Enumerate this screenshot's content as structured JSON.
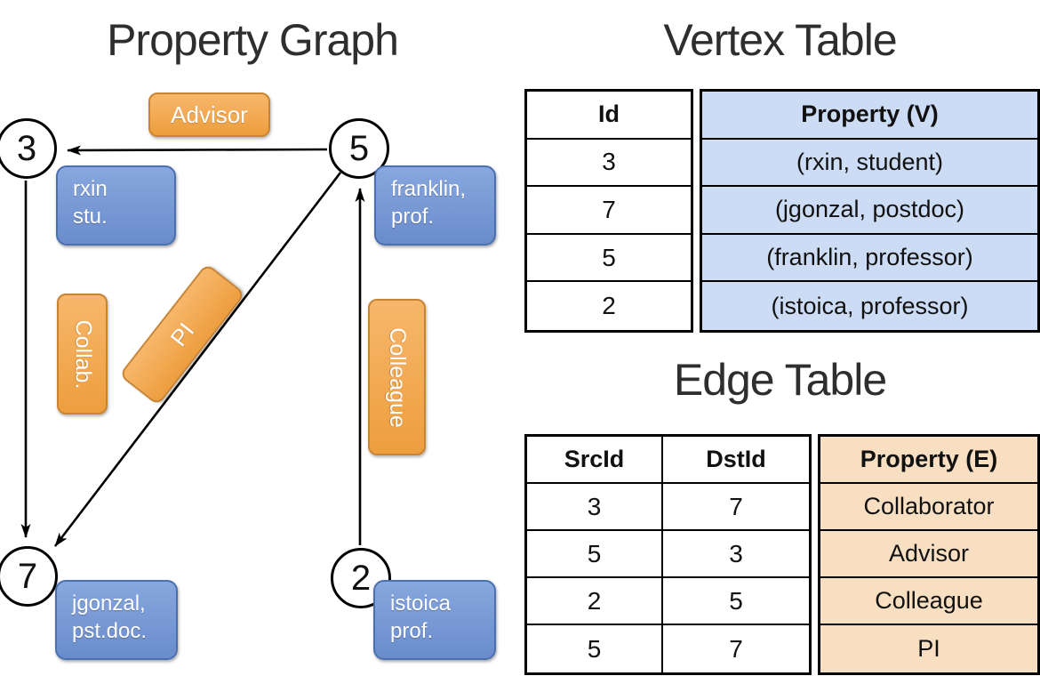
{
  "graph": {
    "title": "Property Graph",
    "nodes": [
      {
        "id": "3"
      },
      {
        "id": "5"
      },
      {
        "id": "7"
      },
      {
        "id": "2"
      }
    ],
    "vertex_boxes": [
      {
        "line1": "rxin",
        "line2": "stu."
      },
      {
        "line1": "franklin,",
        "line2": "prof."
      },
      {
        "line1": "jgonzal,",
        "line2": "pst.doc."
      },
      {
        "line1": "istoica",
        "line2": "prof."
      }
    ],
    "edge_labels": [
      {
        "label": "Advisor"
      },
      {
        "label": "Collab."
      },
      {
        "label": "PI"
      },
      {
        "label": "Colleague"
      }
    ]
  },
  "vertex_table": {
    "title": "Vertex Table",
    "headers": {
      "id": "Id",
      "property": "Property (V)"
    },
    "rows": [
      {
        "id": "3",
        "property": "(rxin, student)"
      },
      {
        "id": "7",
        "property": "(jgonzal, postdoc)"
      },
      {
        "id": "5",
        "property": "(franklin, professor)"
      },
      {
        "id": "2",
        "property": "(istoica, professor)"
      }
    ]
  },
  "edge_table": {
    "title": "Edge Table",
    "headers": {
      "src": "SrcId",
      "dst": "DstId",
      "property": "Property (E)"
    },
    "rows": [
      {
        "src": "3",
        "dst": "7",
        "property": "Collaborator"
      },
      {
        "src": "5",
        "dst": "3",
        "property": "Advisor"
      },
      {
        "src": "2",
        "dst": "5",
        "property": "Colleague"
      },
      {
        "src": "5",
        "dst": "7",
        "property": "PI"
      }
    ]
  },
  "colors": {
    "edge_label_fill": "#ED9E3E",
    "edge_label_fill_top": "#F7B76B",
    "vertex_label_fill": "#6A8CCB",
    "vertex_label_fill_top": "#87A7DE",
    "vertex_cell_fill": "#CCDCF4",
    "edge_cell_fill": "#F9DFC2"
  }
}
